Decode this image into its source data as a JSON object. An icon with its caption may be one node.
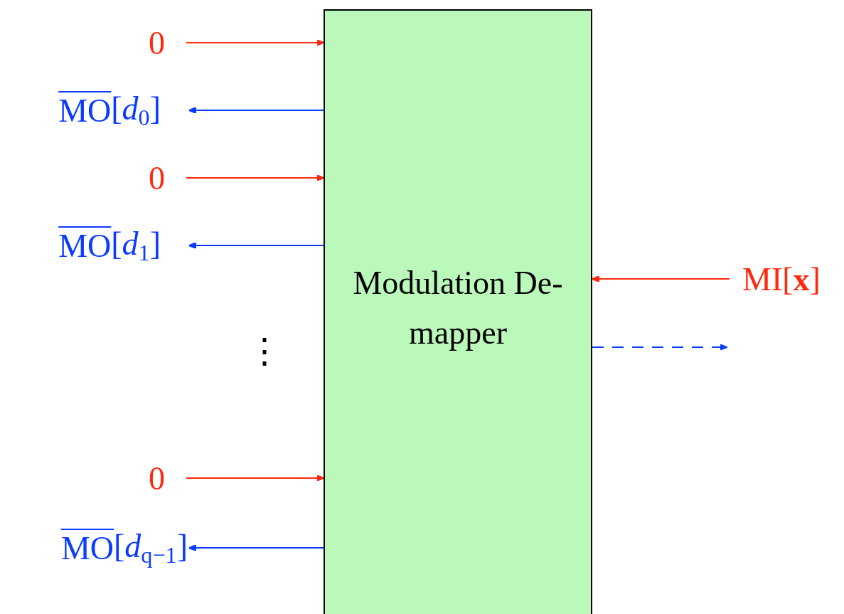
{
  "diagram": {
    "nodes": [
      {
        "text": [
          "Modulation De-mapper"
        ]
      },
      {
        "text": [
          "0"
        ]
      },
      {
        "text": [
          "MO",
          "[*d*$_{0}$]"
        ]
      },
      {
        "text": [
          "0"
        ]
      },
      {
        "text": [
          "MO",
          "[*d*$_{1}$]"
        ]
      },
      {
        "text": [
          "0"
        ]
      },
      {
        "text": [
          "MO",
          "[*d*$_{q−1}$]"
        ]
      },
      {
        "text": [
          "MI[**x**]"
        ]
      }
    ],
    "edges": [
      {
        "from": 1,
        "to": 0,
        "arrow": "to",
        "color": "#ff2a0e"
      },
      {
        "from": 0,
        "to": 2,
        "arrow": "to",
        "color": "#0a3cff"
      },
      {
        "from": 3,
        "to": 0,
        "arrow": "to",
        "color": "#ff2a0e"
      },
      {
        "from": 0,
        "to": 4,
        "arrow": "to",
        "color": "#0a3cff"
      },
      {
        "from": 5,
        "to": 0,
        "arrow": "to",
        "color": "#ff2a0e"
      },
      {
        "from": 0,
        "to": 6,
        "arrow": "to",
        "color": "#0a3cff"
      },
      {
        "from": 7,
        "to": 0,
        "arrow": "to",
        "color": "#ff2a0e"
      },
      {
        "from": 0,
        "to": null,
        "arrow": "to",
        "style": "dashed",
        "color": "#0a3cff"
      }
    ],
    "labels": [
      "⋮"
    ]
  }
}
